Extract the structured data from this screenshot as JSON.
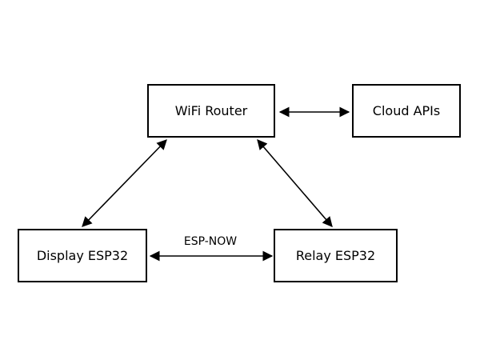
{
  "nodes": {
    "router": "WiFi Router",
    "cloud": "Cloud APIs",
    "display": "Display ESP32",
    "relay": "Relay ESP32"
  },
  "edges": [
    {
      "from": "router",
      "to": "cloud",
      "direction": "bidirectional",
      "label": ""
    },
    {
      "from": "router",
      "to": "display",
      "direction": "bidirectional",
      "label": ""
    },
    {
      "from": "router",
      "to": "relay",
      "direction": "bidirectional",
      "label": ""
    },
    {
      "from": "display",
      "to": "relay",
      "direction": "bidirectional",
      "label": "ESP-NOW"
    }
  ],
  "colors": {
    "stroke": "#000000",
    "background": "#ffffff"
  }
}
